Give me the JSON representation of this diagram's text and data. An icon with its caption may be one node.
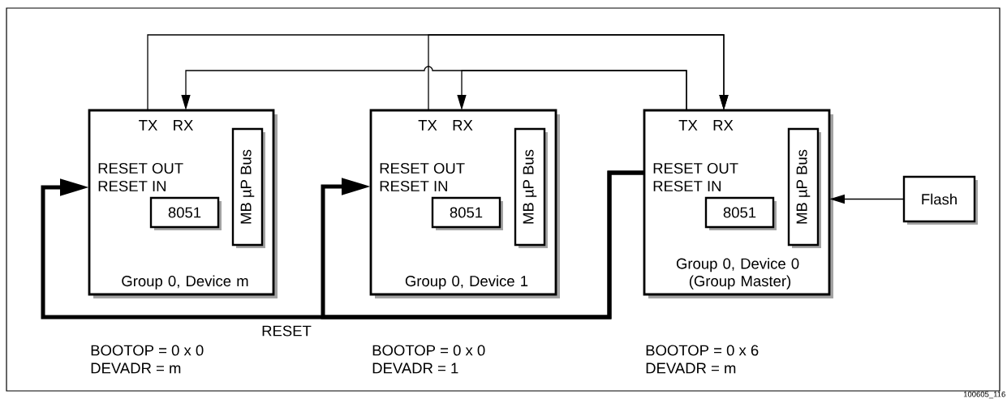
{
  "diagram": {
    "nodes": [
      {
        "text": [
          "TX",
          "RX",
          "RESET OUT",
          "RESET IN",
          "Group 0, Device m"
        ],
        "beside": [
          "BOOTOP = 0 x 0",
          "DEVADR = m"
        ]
      },
      {
        "text": [
          "8051"
        ],
        "in": 0
      },
      {
        "text": [
          "MB µP Bus"
        ],
        "in": 0
      },
      {
        "text": [
          "TX",
          "RX",
          "RESET OUT",
          "RESET IN",
          "Group 0, Device 1"
        ],
        "beside": [
          "BOOTOP = 0 x 0",
          "DEVADR = 1"
        ]
      },
      {
        "text": [
          "8051"
        ],
        "in": 3
      },
      {
        "text": [
          "MB µP Bus"
        ],
        "in": 3
      },
      {
        "text": [
          "TX",
          "RX",
          "RESET OUT",
          "RESET IN",
          "Group 0, Device 0 (Group Master)"
        ],
        "beside": [
          "BOOTOP = 0 x 6",
          "DEVADR = m"
        ]
      },
      {
        "text": [
          "8051"
        ],
        "in": 6
      },
      {
        "text": [
          "MB µP Bus"
        ],
        "in": 6
      },
      {
        "text": [
          "Flash"
        ]
      }
    ],
    "edges": [
      {
        "from": 0,
        "to": 6,
        "arrow": "to"
      },
      {
        "from": 3,
        "to": 6,
        "arrow": "to"
      },
      {
        "from": 6,
        "to": 0,
        "arrow": "to"
      },
      {
        "from": 6,
        "to": 3,
        "arrow": "to"
      },
      {
        "from": 6,
        "to": 3,
        "arrow": "to",
        "style": "thick"
      },
      {
        "from": 6,
        "to": 0,
        "arrow": "to",
        "style": "thick",
        "label": "RESET"
      },
      {
        "from": 9,
        "to": 6,
        "arrow": "to"
      }
    ],
    "labels": [
      "100605_116"
    ]
  }
}
